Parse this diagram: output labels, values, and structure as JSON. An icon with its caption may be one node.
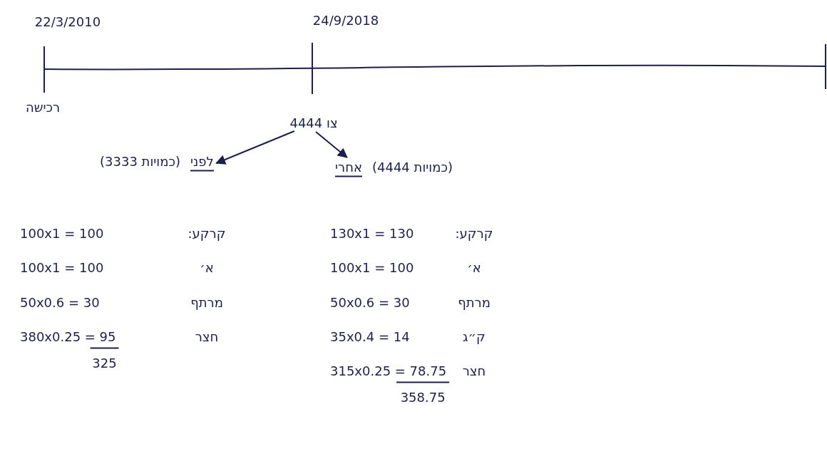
{
  "diagram": {
    "nodes": [
      {
        "text": [
          "צו 4444"
        ]
      },
      {
        "text": [
          "לפני",
          "(כמויות 3333)"
        ]
      },
      {
        "text": [
          "(כמויות 4444)",
          "אחרי"
        ]
      }
    ],
    "edges": [
      {
        "from": 0,
        "to": 1,
        "arrow": "to"
      },
      {
        "from": 0,
        "to": 2,
        "arrow": "to"
      }
    ],
    "labels": [
      "22/3/2010",
      "24/9/2018",
      "רכישה",
      "100x1 = 100",
      "קרקע:",
      "100x1 = 100",
      "א׳",
      "50x0.6 = 30",
      "מרתף",
      "380x0.25 = 95",
      "חצר",
      "325",
      "130x1 = 130",
      "קרקע:",
      "100x1 = 100",
      "א׳",
      "50x0.6 = 30",
      "מרתף",
      "35x0.4 = 14",
      "ק״ג",
      "315x0.25 = 78.75",
      "חצר",
      "358.75"
    ]
  }
}
